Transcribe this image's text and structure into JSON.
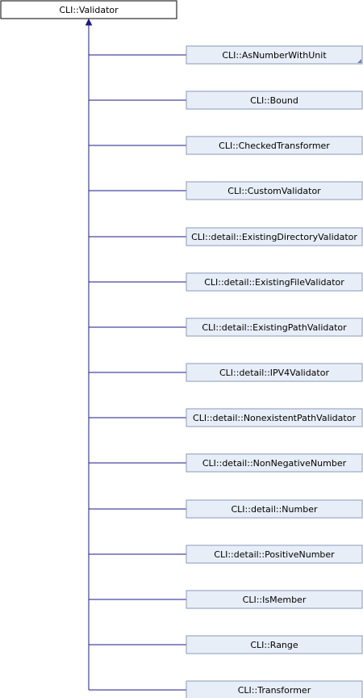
{
  "base_class": "CLI::Validator",
  "derived_classes": [
    {
      "label": "CLI::AsNumberWithUnit",
      "has_more_marker": true
    },
    {
      "label": "CLI::Bound"
    },
    {
      "label": "CLI::CheckedTransformer"
    },
    {
      "label": "CLI::CustomValidator"
    },
    {
      "label": "CLI::detail::ExistingDirectoryValidator"
    },
    {
      "label": "CLI::detail::ExistingFileValidator"
    },
    {
      "label": "CLI::detail::ExistingPathValidator"
    },
    {
      "label": "CLI::detail::IPV4Validator"
    },
    {
      "label": "CLI::detail::NonexistentPathValidator"
    },
    {
      "label": "CLI::detail::NonNegativeNumber"
    },
    {
      "label": "CLI::detail::Number"
    },
    {
      "label": "CLI::detail::PositiveNumber"
    },
    {
      "label": "CLI::IsMember"
    },
    {
      "label": "CLI::Range"
    },
    {
      "label": "CLI::Transformer"
    }
  ],
  "colors": {
    "edge": "#1a1a8a",
    "base_fill": "#ffffff",
    "base_stroke": "#000000",
    "derived_fill": "#e8eef8",
    "derived_stroke": "#8a9ab8",
    "marker": "#6a80b0"
  }
}
